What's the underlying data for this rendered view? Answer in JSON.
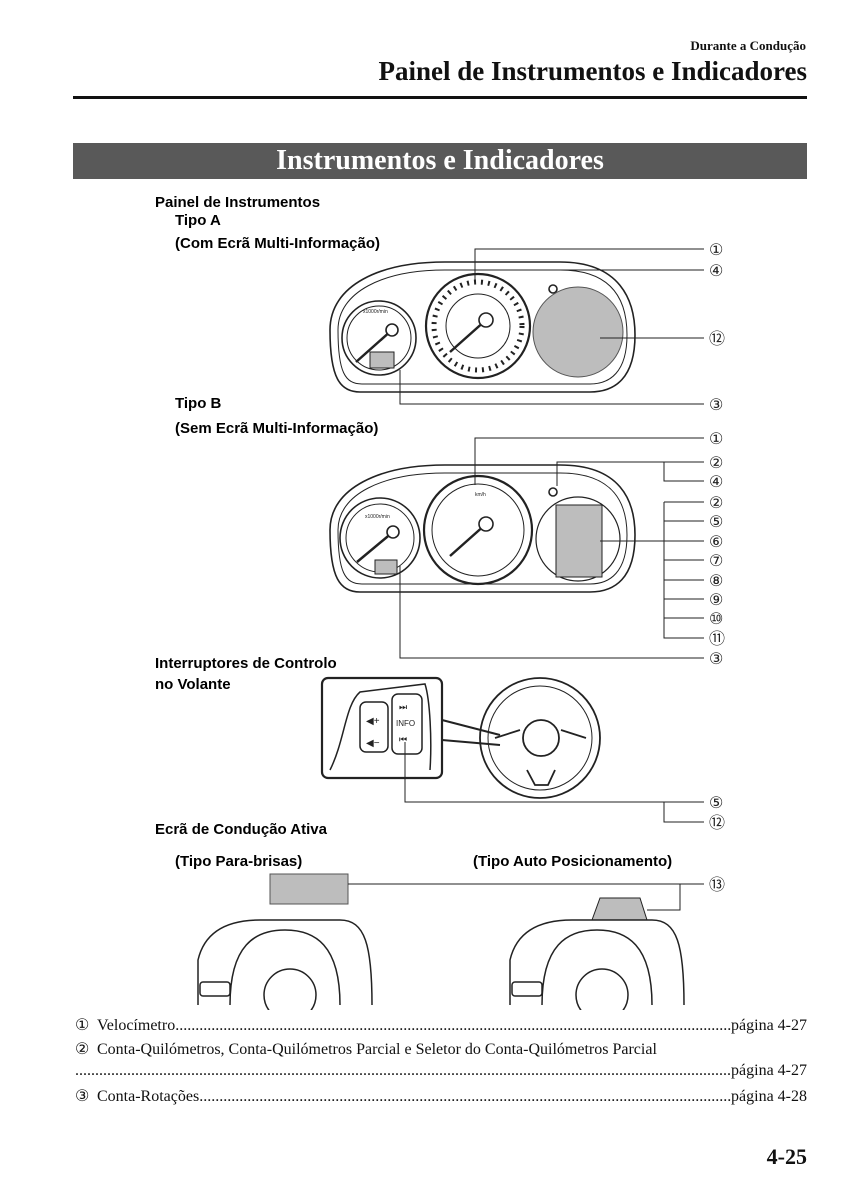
{
  "header": {
    "section": "Durante a Condução",
    "title": "Painel de Instrumentos e Indicadores"
  },
  "banner": "Instrumentos e Indicadores",
  "figure": {
    "instrument_panel_heading": "Painel de Instrumentos",
    "type_a_label": "Tipo A",
    "type_a_note": "(Com Ecrã Multi-Informação)",
    "type_b_label": "Tipo B",
    "type_b_note": "(Sem Ecrã Multi-Informação)",
    "switches_heading_line1": "Interruptores de Controlo",
    "switches_heading_line2": "no Volante",
    "switch_info_label": "INFO",
    "active_display_heading": "Ecrã de Condução Ativa",
    "windshield_type_label": "(Tipo Para-brisas)",
    "auto_position_type_label": "(Tipo Auto Posicionamento)",
    "gauge_unit_label": "x1000r/min",
    "speed_unit_label": "km/h",
    "callouts_type_a": [
      "①",
      "④",
      "⑫",
      "③"
    ],
    "callouts_type_b": [
      "①",
      "②",
      "④",
      "②",
      "⑤",
      "⑥",
      "⑦",
      "⑧",
      "⑨",
      "⑩",
      "⑪",
      "③"
    ],
    "callouts_switches": [
      "⑤",
      "⑫"
    ],
    "callouts_active_display": [
      "⑬"
    ]
  },
  "entries": [
    {
      "num": "①",
      "text": "Velocímetro",
      "page": "página 4-27"
    },
    {
      "num": "②",
      "text": "Conta-Quilómetros, Conta-Quilómetros Parcial e Seletor do Conta-Quilómetros Parcial",
      "page": "página 4-27"
    },
    {
      "num": "③",
      "text": "Conta-Rotações",
      "page": "página 4-28"
    }
  ],
  "page_number": "4-25"
}
